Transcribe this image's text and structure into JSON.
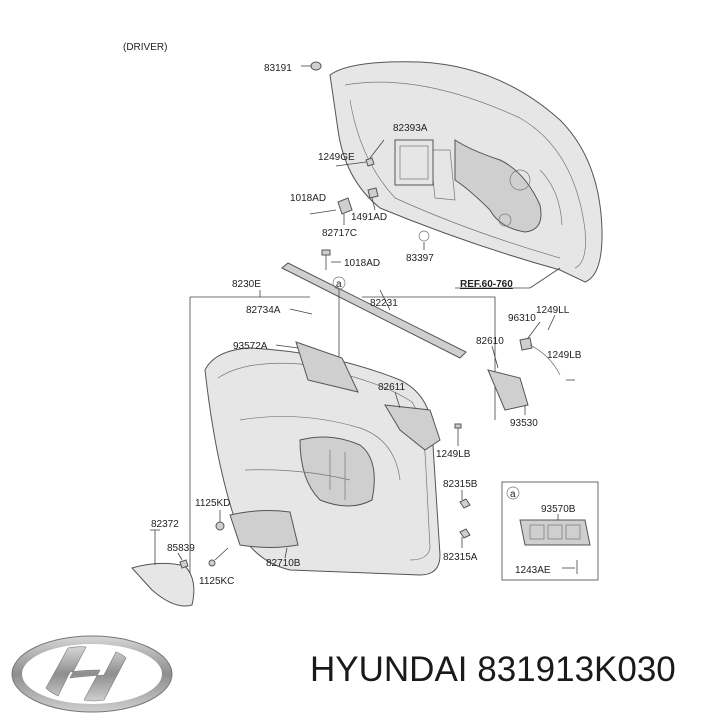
{
  "header": {
    "variant": "(DRIVER)"
  },
  "parts": {
    "p83191": "83191",
    "p82393A": "82393A",
    "p1249GE": "1249GE",
    "p1018AD_a": "1018AD",
    "p1491AD": "1491AD",
    "p82717C": "82717C",
    "p83397": "83397",
    "p1018AD_b": "1018AD",
    "ref": "REF.60-760",
    "p8230E": "8230E",
    "p82231": "82231",
    "p82734A": "82734A",
    "p1249LL": "1249LL",
    "p96310": "96310",
    "p82610": "82610",
    "p93572A": "93572A",
    "p1249LB_a": "1249LB",
    "p82611": "82611",
    "p93530": "93530",
    "p1249LB_b": "1249LB",
    "p82315B": "82315B",
    "p1125KD": "1125KD",
    "p82372": "82372",
    "p85839": "85839",
    "p82710B": "82710B",
    "p1125KC": "1125KC",
    "p82315A": "82315A",
    "inset_letter_main": "a",
    "inset_letter_box": "a",
    "p93570B": "93570B",
    "p1243AE": "1243AE"
  },
  "footer": {
    "brand_text": "HYUNDAI 831913K030"
  },
  "colors": {
    "line": "#444444",
    "part_fill": "#e6e6e6",
    "logo": "#9a9a9a"
  },
  "icons": {
    "logo": "hyundai-logo-icon"
  }
}
